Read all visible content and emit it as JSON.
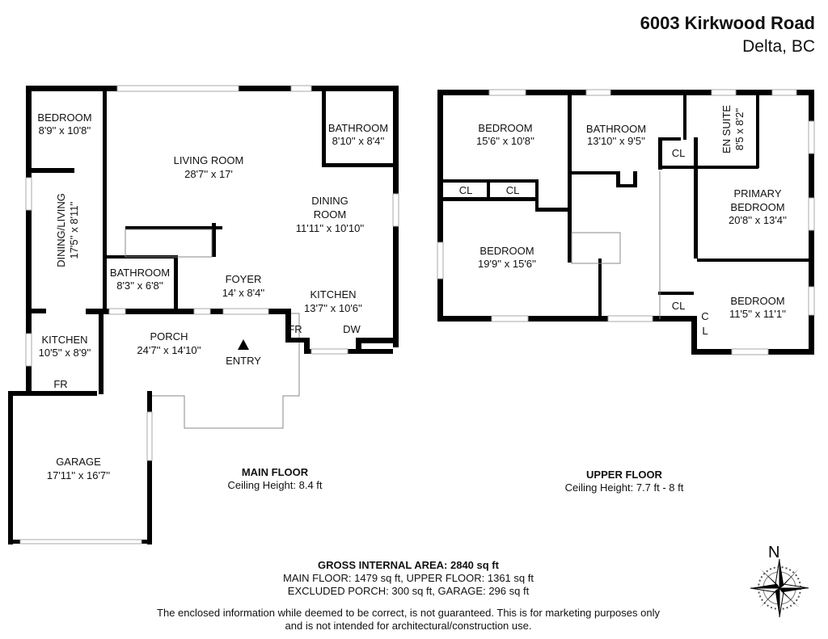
{
  "header": {
    "address": "6003 Kirkwood Road",
    "city": "Delta, BC"
  },
  "main_floor": {
    "title": "MAIN FLOOR",
    "ceiling": "Ceiling Height: 8.4 ft",
    "rooms": {
      "bedroom": {
        "name": "BEDROOM",
        "size": "8'9'' x 10'8''"
      },
      "living": {
        "name": "LIVING ROOM",
        "size": "28'7'' x 17'"
      },
      "bathroom1": {
        "name": "BATHROOM",
        "size": "8'10'' x 8'4''"
      },
      "dining": {
        "name1": "DINING",
        "name2": "ROOM",
        "size": "11'11'' x 10'10''"
      },
      "dining_living": {
        "name": "DINING/LIVING",
        "size": "17'5'' x 8'11''"
      },
      "bathroom2": {
        "name": "BATHROOM",
        "size": "8'3'' x 6'8''"
      },
      "foyer": {
        "name": "FOYER",
        "size": "14' x 8'4''"
      },
      "kitchen": {
        "name": "KITCHEN",
        "size": "13'7'' x 10'6''"
      },
      "kitchen2": {
        "name": "KITCHEN",
        "size": "10'5'' x 8'9''"
      },
      "porch": {
        "name": "PORCH",
        "size": "24'7'' x 14'10''"
      },
      "garage": {
        "name": "GARAGE",
        "size": "17'11'' x 16'7''"
      }
    },
    "fr": "FR",
    "fr2": "FR",
    "dw": "DW",
    "entry": "ENTRY"
  },
  "upper_floor": {
    "title": "UPPER FLOOR",
    "ceiling": "Ceiling Height: 7.7 ft - 8 ft",
    "rooms": {
      "bedroom1": {
        "name": "BEDROOM",
        "size": "15'6'' x 10'8''"
      },
      "bathroom": {
        "name": "BATHROOM",
        "size": "13'10'' x 9'5''"
      },
      "ensuite": {
        "name": "EN SUITE",
        "size": "8'5 x 8'2''"
      },
      "primary": {
        "name1": "PRIMARY",
        "name2": "BEDROOM",
        "size": "20'8'' x 13'4''"
      },
      "bedroom2": {
        "name": "BEDROOM",
        "size": "19'9'' x 15'6''"
      },
      "bedroom3": {
        "name": "BEDROOM",
        "size": "11'5'' x 11'1''"
      }
    },
    "closets": [
      "CL",
      "CL",
      "CL",
      "CL",
      "C",
      "L"
    ]
  },
  "summary": {
    "gross": "GROSS INTERNAL AREA: 2840 sq ft",
    "floors": "MAIN FLOOR:  1479 sq ft, UPPER FLOOR: 1361  sq ft",
    "excluded": "EXCLUDED PORCH: 300 sq ft, GARAGE: 296 sq ft",
    "disclaimer1": "The enclosed information while deemed to be correct, is not guaranteed. This is for marketing purposes only",
    "disclaimer2": "and is not intended for architectural/construction use."
  },
  "compass": {
    "label": "N"
  }
}
